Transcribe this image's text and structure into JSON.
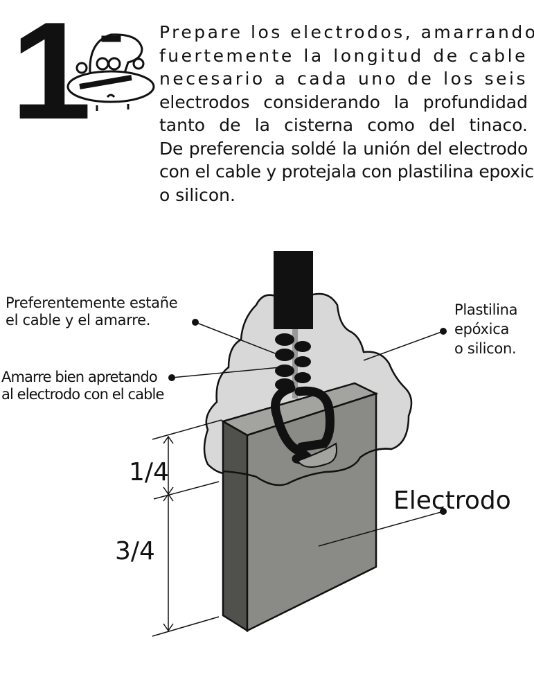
{
  "step": {
    "number": "1",
    "icon": "cartoon-character-icon"
  },
  "paragraph": {
    "lines": [
      "Prepare los electrodos, amarrando",
      "fuertemente la longitud de cable",
      "necesario a cada uno de los seis",
      "electrodos considerando la profundidad",
      "tanto de la cisterna como del tinaco.",
      "De preferencia soldé la unión del electrodo",
      "con el cable y protejala con plastilina epoxica",
      "o silicon."
    ]
  },
  "labels": {
    "pref": [
      "Preferentemente estañe",
      "el cable y el amarre."
    ],
    "amarre": [
      "Amarre bien apretando",
      "al electrodo con el cable"
    ],
    "plastilina": [
      "Plastilina",
      "epóxica",
      "o silicon."
    ],
    "electrodo": "Electrodo",
    "quarter": "1/4",
    "three_quarters": "3/4"
  },
  "colors": {
    "cable": "#111111",
    "putty": "#d8d8d8",
    "electrode_front": "#8a8a86",
    "electrode_side": "#50514d",
    "electrode_top": "#a3a3a0"
  }
}
